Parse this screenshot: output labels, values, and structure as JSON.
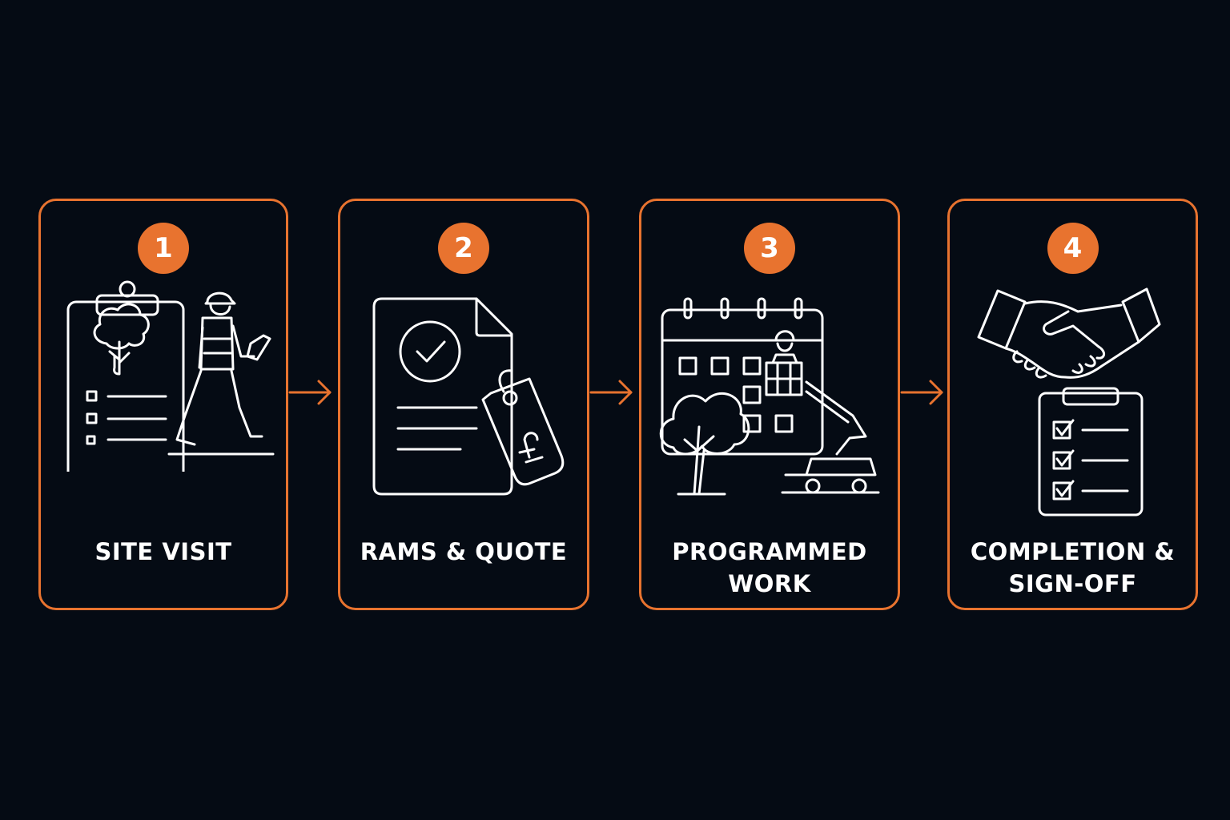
{
  "colors": {
    "background": "#050b14",
    "accent": "#e8732f",
    "line_art": "#ffffff"
  },
  "steps": [
    {
      "number": "1",
      "label_lines": [
        "SITE VISIT"
      ],
      "icon": "clipboard-tree-surveyor-icon"
    },
    {
      "number": "2",
      "label_lines": [
        "RAMS & QUOTE"
      ],
      "icon": "document-price-tag-icon"
    },
    {
      "number": "3",
      "label_lines": [
        "PROGRAMMED",
        "WORK"
      ],
      "icon": "calendar-tree-cherry-picker-icon"
    },
    {
      "number": "4",
      "label_lines": [
        "COMPLETION &",
        "SIGN-OFF"
      ],
      "icon": "handshake-checklist-icon"
    }
  ],
  "connectors": [
    "arrow-right-icon",
    "arrow-right-icon",
    "arrow-right-icon"
  ]
}
